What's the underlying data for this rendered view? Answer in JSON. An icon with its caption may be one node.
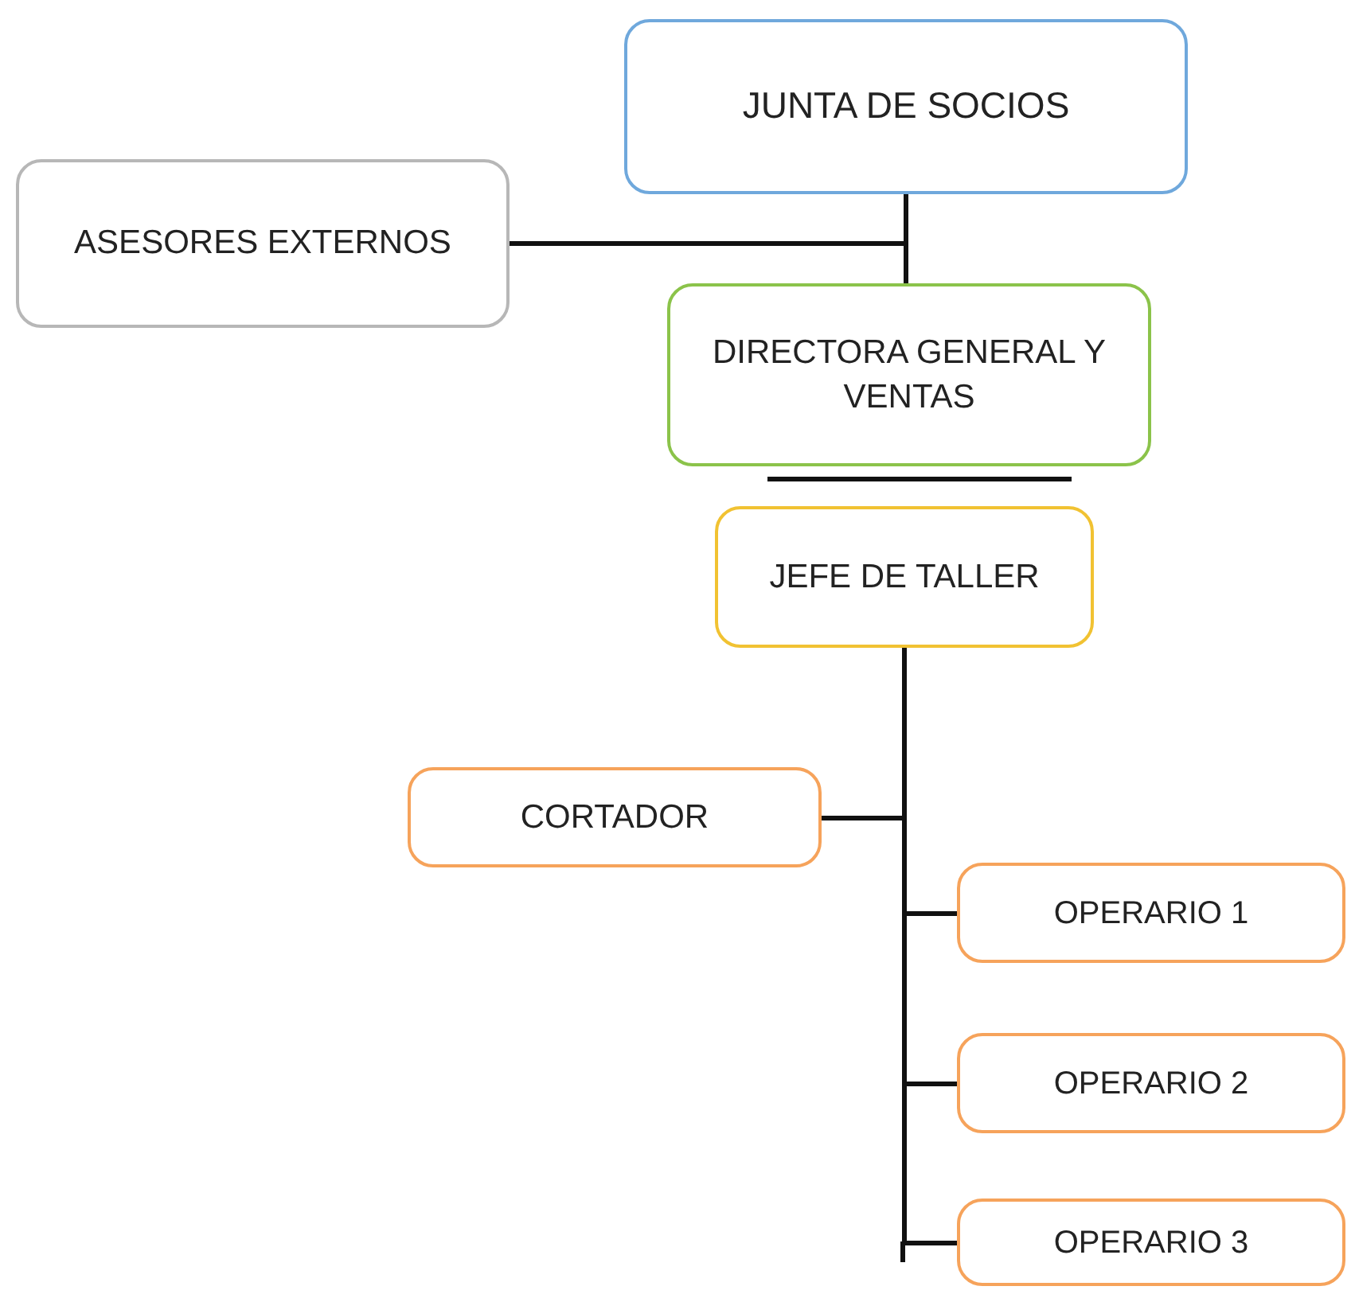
{
  "diagram": {
    "nodes": [
      {
        "text": [
          "JUNTA DE SOCIOS"
        ]
      },
      {
        "text": [
          "ASESORES EXTERNOS"
        ]
      },
      {
        "text": [
          "DIRECTORA GENERAL Y VENTAS"
        ]
      },
      {
        "text": [
          "JEFE DE TALLER"
        ]
      },
      {
        "text": [
          "CORTADOR"
        ]
      },
      {
        "text": [
          "OPERARIO 1"
        ]
      },
      {
        "text": [
          "OPERARIO 2"
        ]
      },
      {
        "text": [
          "OPERARIO 3"
        ]
      }
    ],
    "edges": [
      {
        "from": 0,
        "to": 2,
        "arrow": "none"
      },
      {
        "from": 0,
        "to": 1,
        "arrow": "none"
      },
      {
        "from": 3,
        "to": 4,
        "arrow": "none"
      },
      {
        "from": 3,
        "to": 5,
        "arrow": "none"
      },
      {
        "from": 3,
        "to": 6,
        "arrow": "none"
      },
      {
        "from": 3,
        "to": 7,
        "arrow": "none"
      }
    ]
  }
}
